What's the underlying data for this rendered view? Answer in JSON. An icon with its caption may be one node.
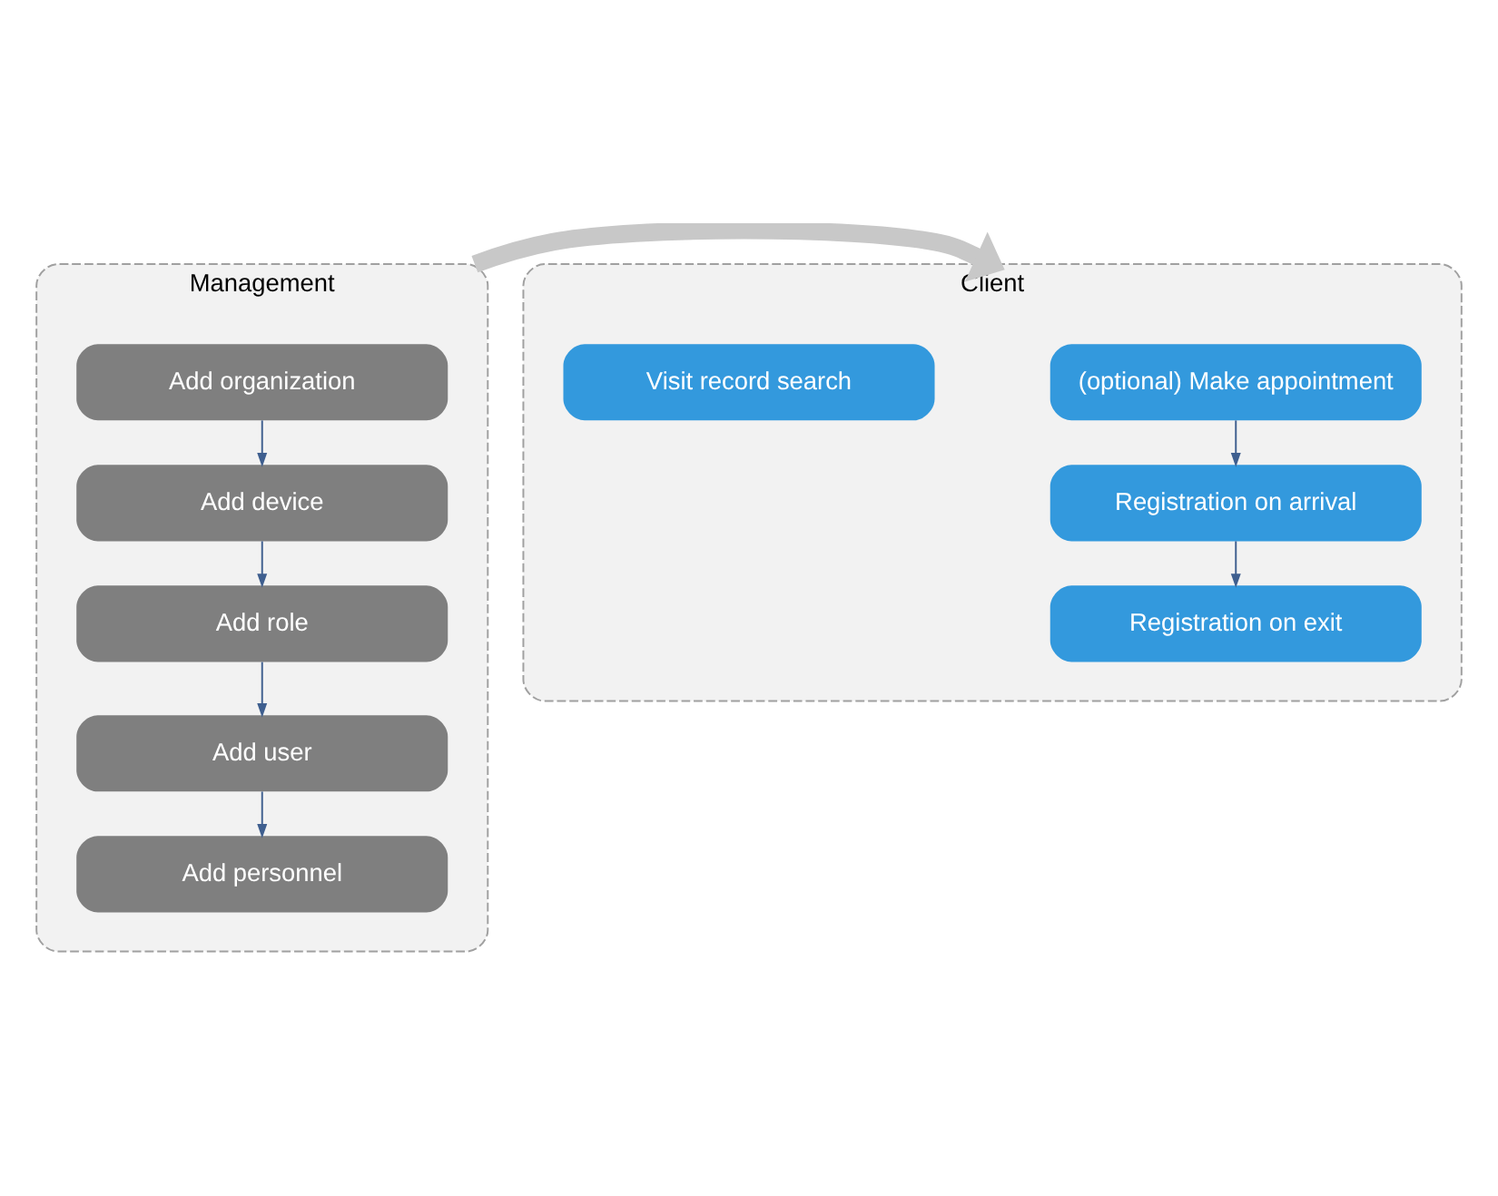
{
  "diagram": {
    "nodes": [
      {
        "text": [
          "Management"
        ]
      },
      {
        "text": [
          "Add organization"
        ],
        "in": 0
      },
      {
        "text": [
          "Add device"
        ],
        "in": 0
      },
      {
        "text": [
          "Add role"
        ],
        "in": 0
      },
      {
        "text": [
          "Add user"
        ],
        "in": 0
      },
      {
        "text": [
          "Add personnel"
        ],
        "in": 0
      },
      {
        "text": [
          "Client"
        ]
      },
      {
        "text": [
          "(optional) Make appointment"
        ],
        "in": 6
      },
      {
        "text": [
          "Registration on arrival"
        ],
        "in": 6
      },
      {
        "text": [
          "Registration on exit"
        ],
        "in": 6
      },
      {
        "text": [
          "Visit record search"
        ],
        "in": 6
      }
    ],
    "edges": [
      {
        "from": 0,
        "to": 6,
        "arrow": "to",
        "style": "thick",
        "color": "#c8c8c8"
      },
      {
        "from": 1,
        "to": 2,
        "arrow": "to"
      },
      {
        "from": 2,
        "to": 3,
        "arrow": "to"
      },
      {
        "from": 3,
        "to": 4,
        "arrow": "to"
      },
      {
        "from": 4,
        "to": 5,
        "arrow": "to"
      },
      {
        "from": 7,
        "to": 8,
        "arrow": "to"
      },
      {
        "from": 8,
        "to": 9,
        "arrow": "to"
      }
    ]
  }
}
